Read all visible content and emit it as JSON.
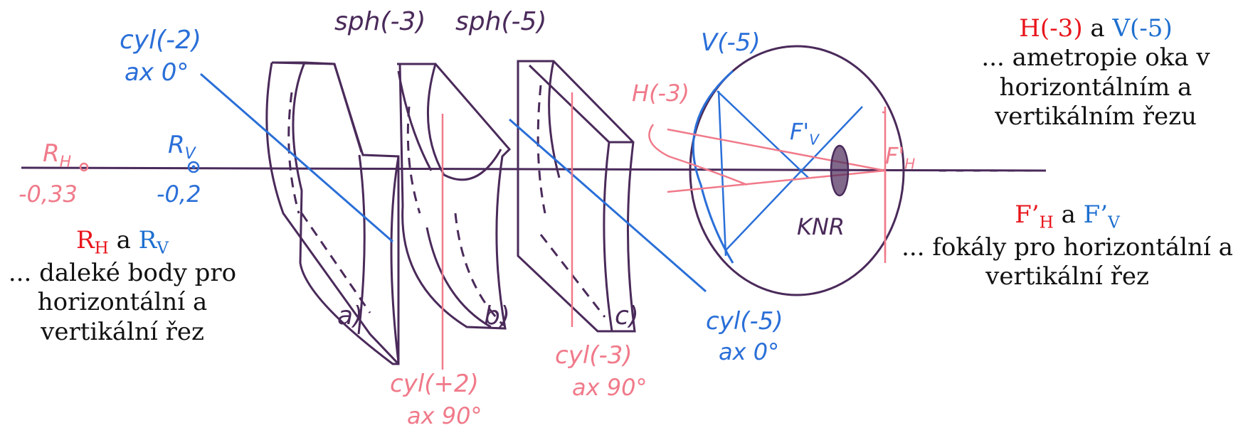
{
  "colors": {
    "red": "#e8151b",
    "blue": "#1d6fd0",
    "sketch_red": "#f07a8a",
    "sketch_blue": "#2a6fd8",
    "purple": "#4a2a5a"
  },
  "sketch_labels": {
    "cyl_minus2": "cyl(-2)",
    "cyl_minus2_axis": "ax 0°",
    "sph_minus3": "sph(-3)",
    "sph_minus5": "sph(-5)",
    "V_minus5": "V(-5)",
    "H_minus3": "H(-3)",
    "RH": "R",
    "RH_sub": "H",
    "RV": "R",
    "RV_sub": "V",
    "RH_value": "-0,33",
    "RV_value": "-0,2",
    "label_a": "a)",
    "label_b": "b)",
    "label_c": "c)",
    "cyl_plus2": "cyl(+2)",
    "cyl_plus2_axis": "ax 90°",
    "cyl_minus3": "cyl(-3)",
    "cyl_minus3_axis": "ax 90°",
    "cyl_minus5": "cyl(-5)",
    "cyl_minus5_axis": "ax 0°",
    "FV": "F'",
    "FV_sub": "V",
    "FH": "F'",
    "FH_sub": "H",
    "KNR": "KNR"
  },
  "annotations": {
    "top_right": {
      "H": "H(-3)",
      "a": "a",
      "V": "V(-5)",
      "line1": "... ametropie oka v",
      "line2": "horizontálním a",
      "line3": "vertikálním řezu"
    },
    "mid_right": {
      "F": "F’",
      "FH_sub": "H",
      "a": "a",
      "FV_sub": "V",
      "line1": "... fokály pro horizontální a",
      "line2": "vertikální řez"
    },
    "left": {
      "R": "R",
      "RH_sub": "H",
      "a": "a",
      "RV_sub": "V",
      "line1": "... daleké body pro",
      "line2": "horizontální a",
      "line3": "vertikální řez"
    }
  }
}
